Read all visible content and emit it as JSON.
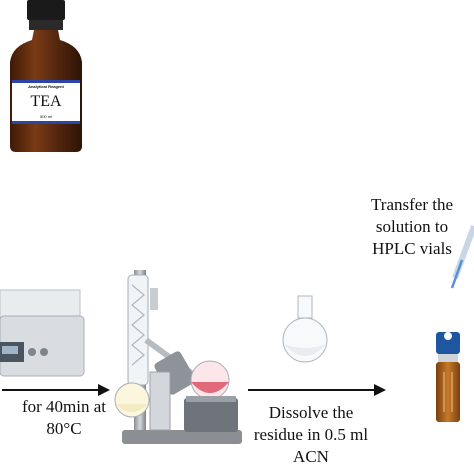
{
  "reagent_bottle": {
    "brand": "Analytical Reagent",
    "name": "TEA",
    "volume": "500 ml"
  },
  "steps": {
    "heat": {
      "lines": [
        "for 40min at",
        "80°C"
      ]
    },
    "dissolve": {
      "lines": [
        "Dissolve the",
        "residue in 0.5 ml",
        "ACN"
      ]
    },
    "transfer": {
      "lines": [
        "Transfer the",
        "solution to",
        "HPLC vials"
      ]
    }
  },
  "colors": {
    "bottle_glass": "#5a2a10",
    "bottle_cap": "#1a1a1a",
    "bottle_label_stripe": "#2b46a8",
    "bath_water": "#e8ecef",
    "flask_red_liquid": "#e2697a",
    "flask_yellow_liquid": "#f3ecc2",
    "vial_cap": "#1f56a0",
    "vial_body": "#b4671f",
    "arrow": "#111111",
    "pipette_tip": "#5b8fd6"
  },
  "icons": {
    "bottle": "reagent-bottle-icon",
    "water_bath": "water-bath-icon",
    "rotary_evaporator": "rotary-evaporator-icon",
    "flask": "round-bottom-flask-icon",
    "vial": "hplc-vial-icon",
    "pipette": "pipette-icon"
  }
}
